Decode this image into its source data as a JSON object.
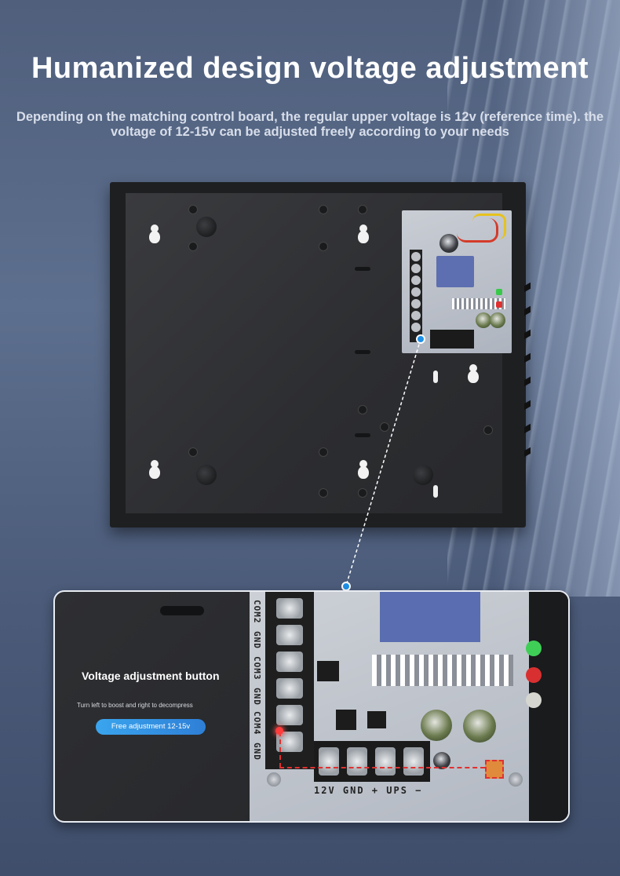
{
  "title": "Humanized design voltage adjustment",
  "subtitle": "Depending on the matching control board, the regular upper voltage is 12v (reference time). the voltage of 12-15v can be adjusted freely according to your needs",
  "detail": {
    "callout_title": "Voltage adjustment button",
    "callout_note": "Turn left to boost and right to decompress",
    "adjust_button_label": "Free adjustment 12-15v",
    "terminal_labels": [
      "COM2",
      "GND",
      "COM3",
      "GND",
      "COM4",
      "GND"
    ],
    "bottom_label": "12V  GND  +  UPS  −"
  },
  "colors": {
    "accent_marker": "#1e90e8",
    "callout_red": "#e03030",
    "button_blue": "#3aa5ee"
  },
  "icons": [
    "keyhole-mount-icon",
    "indicator-dot-icon"
  ]
}
